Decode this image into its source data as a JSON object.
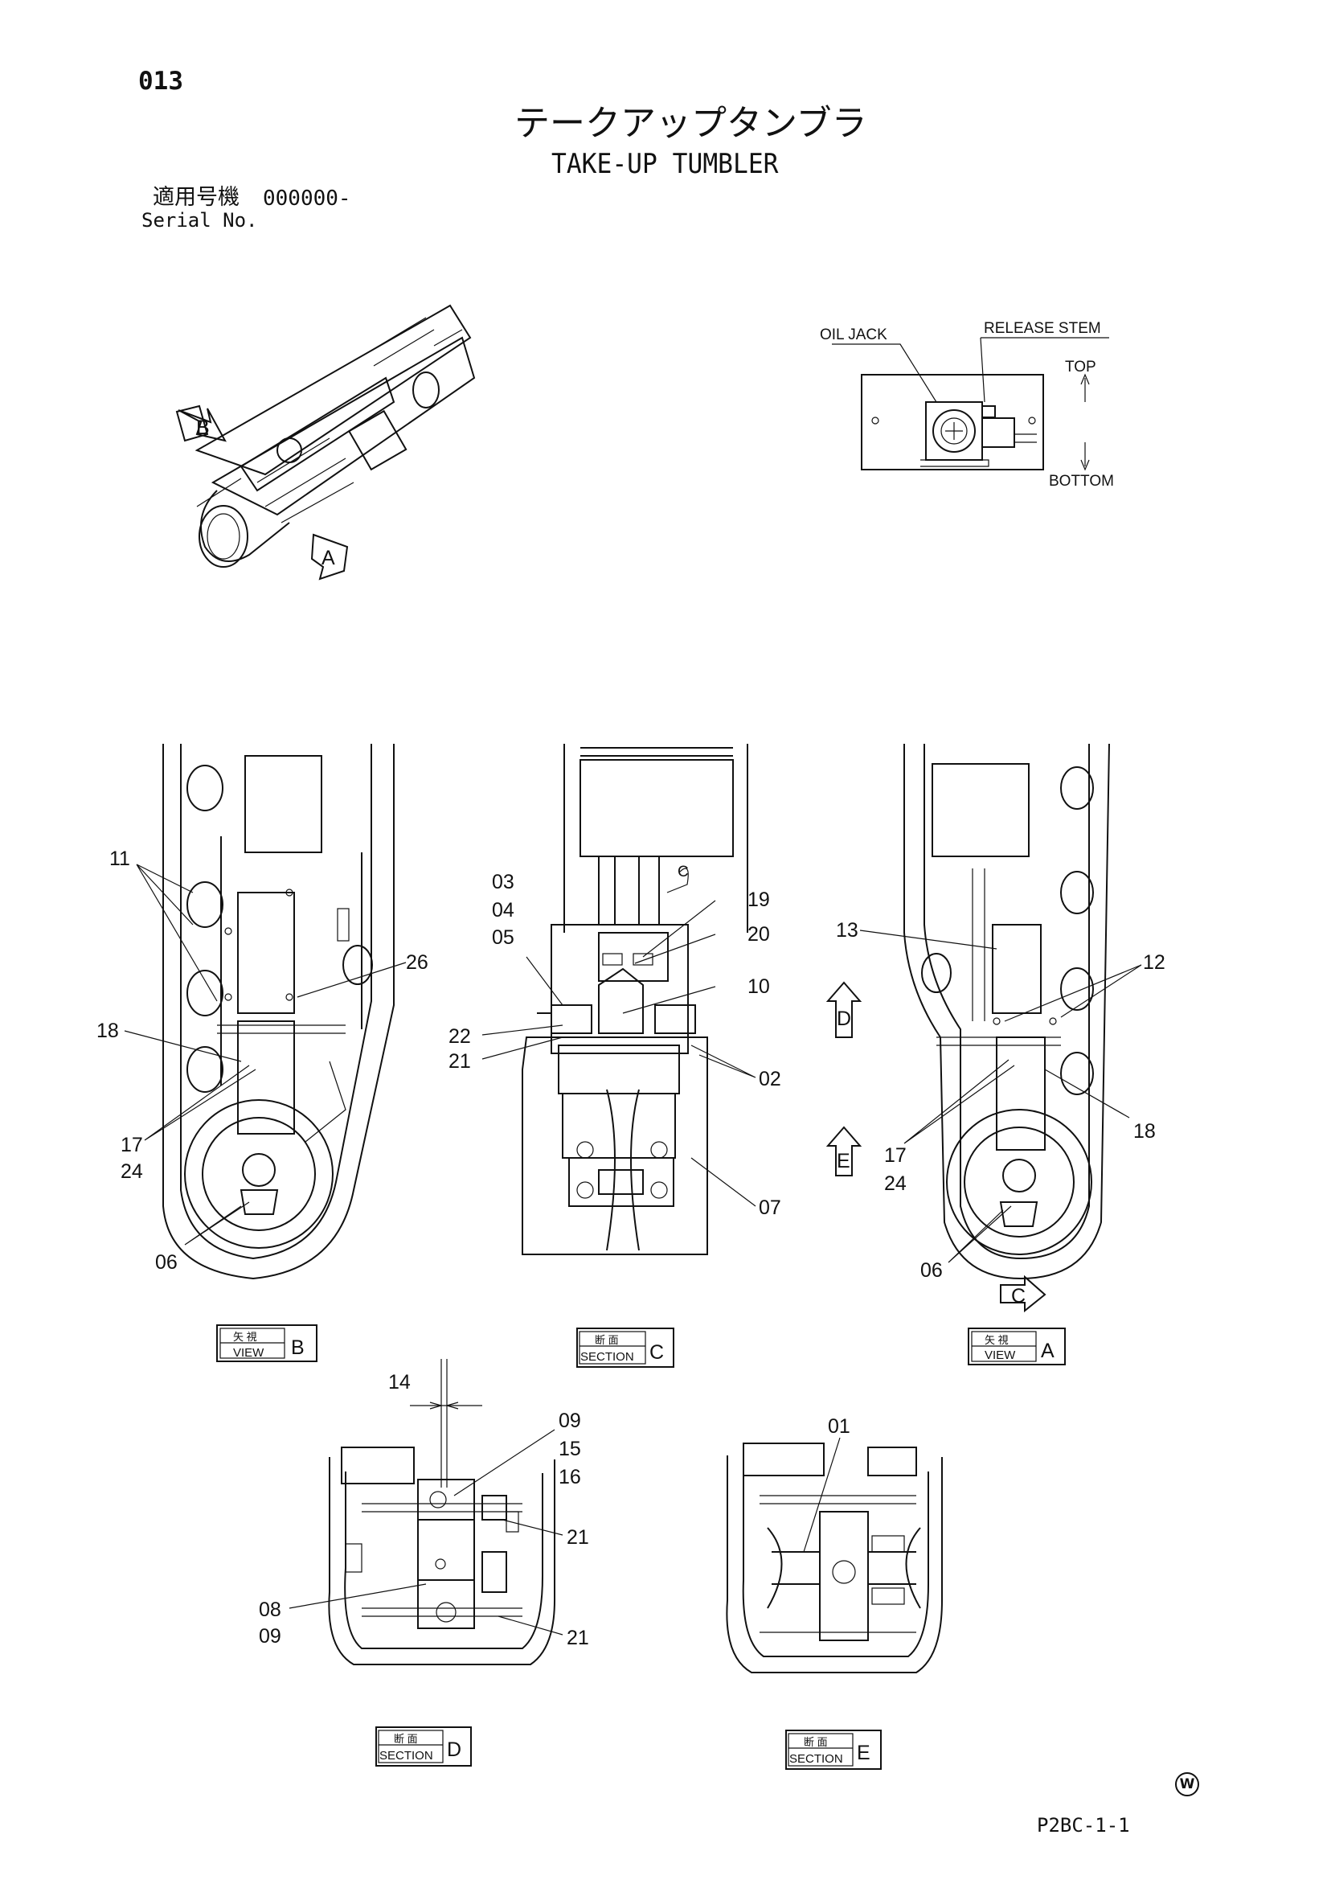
{
  "header": {
    "page_number": "013",
    "title_jp": "テークアップタンブラ",
    "title_en": "TAKE-UP TUMBLER",
    "serial_label_jp": "適用号機",
    "serial_value": "000000-",
    "serial_label_en": "Serial No."
  },
  "detail": {
    "oil_jack": "OIL JACK",
    "release_stem": "RELEASE STEM",
    "top": "TOP",
    "bottom": "BOTTOM"
  },
  "arrows": {
    "b": "B",
    "a": "A",
    "c": "C",
    "d": "D",
    "e": "E"
  },
  "view_b": {
    "labels": [
      "11",
      "26",
      "18",
      "17",
      "24",
      "06"
    ]
  },
  "section_c": {
    "labels": [
      "03",
      "04",
      "05",
      "19",
      "20",
      "10",
      "22",
      "21",
      "02",
      "07"
    ]
  },
  "view_a": {
    "labels": [
      "13",
      "12",
      "18",
      "17",
      "24",
      "06"
    ]
  },
  "section_d": {
    "labels": [
      "14",
      "09",
      "15",
      "16",
      "21",
      "08",
      "09",
      "21"
    ]
  },
  "section_e": {
    "labels": [
      "01"
    ]
  },
  "captions": {
    "view_b": {
      "jp": "矢 視",
      "en": "VIEW",
      "letter": "B"
    },
    "section_c": {
      "jp": "断 面",
      "en": "SECTION",
      "letter": "C"
    },
    "view_a": {
      "jp": "矢 視",
      "en": "VIEW",
      "letter": "A"
    },
    "section_d": {
      "jp": "断 面",
      "en": "SECTION",
      "letter": "D"
    },
    "section_e": {
      "jp": "断 面",
      "en": "SECTION",
      "letter": "E"
    }
  },
  "footer": {
    "watermark": "W",
    "code": "P2BC-1-1"
  }
}
